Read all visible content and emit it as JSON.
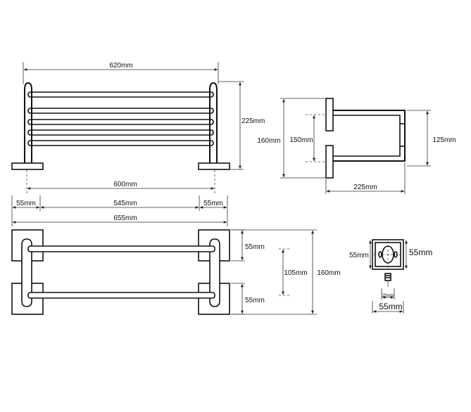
{
  "dimensions": {
    "front_width": "620mm",
    "front_height": "225mm",
    "bar_span": "600mm",
    "left_flange": "55mm",
    "middle_span": "545mm",
    "right_flange": "55mm",
    "overall_width": "655mm",
    "side_mount_height": "150mm",
    "side_overall_height": "160mm",
    "side_bar_height": "125mm",
    "side_depth": "225mm",
    "top_flange_top": "55mm",
    "top_bar_spacing": "105mm",
    "top_overall_depth": "160mm",
    "top_flange_bottom": "55mm",
    "plate_height_left": "55mm",
    "plate_height_right": "55mm",
    "screw_size": "25mm",
    "plate_width": "55mm"
  }
}
